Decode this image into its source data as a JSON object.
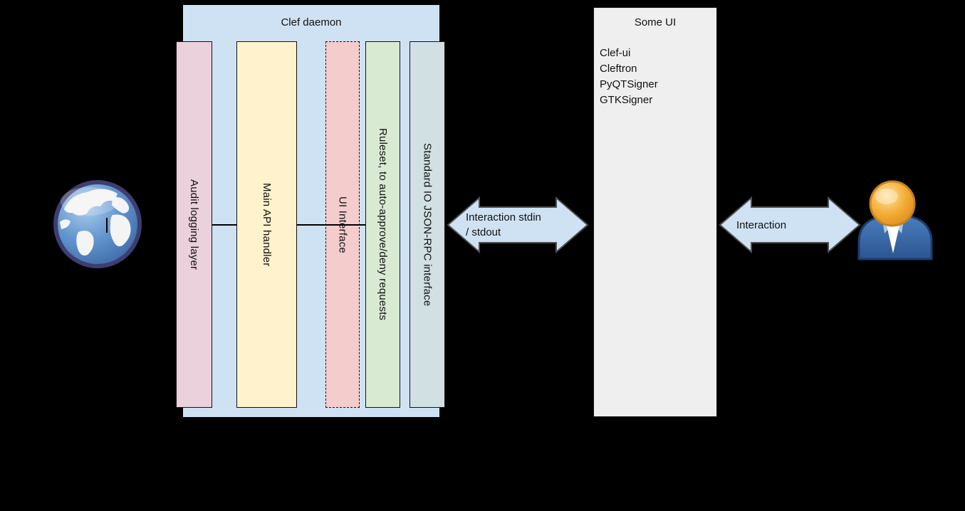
{
  "diagram": {
    "background": "#000000"
  },
  "clef_daemon": {
    "title": "Clef daemon",
    "fill": "#cfe2f3",
    "bars": [
      {
        "label": "Audit logging layer",
        "fill": "#ead1dc",
        "border": "solid"
      },
      {
        "label": "Main API handler",
        "fill": "#fff2cc",
        "border": "solid"
      },
      {
        "label": "UI Interface",
        "fill": "#f4cccc",
        "border": "dashed"
      },
      {
        "label": "Ruleset, to auto-approve/deny requests",
        "fill": "#d9ead3",
        "border": "solid"
      },
      {
        "label": "Standard IO JSON-RPC interface",
        "fill": "#d0e0e3",
        "border": "solid"
      }
    ]
  },
  "some_ui": {
    "title": "Some UI",
    "fill": "#efefef",
    "items": [
      "Clef-ui",
      "Cleftron",
      "PyQTSigner",
      "GTKSigner"
    ]
  },
  "arrows": {
    "fill": "#cfe2f3",
    "stroke": "#4f4f4f",
    "clef_to_ui": {
      "line1": "Interaction stdin",
      "line2": "/ stdout"
    },
    "ui_to_user": {
      "label": "Interaction"
    }
  },
  "icons": {
    "globe": "globe-icon",
    "user": "user-icon"
  }
}
